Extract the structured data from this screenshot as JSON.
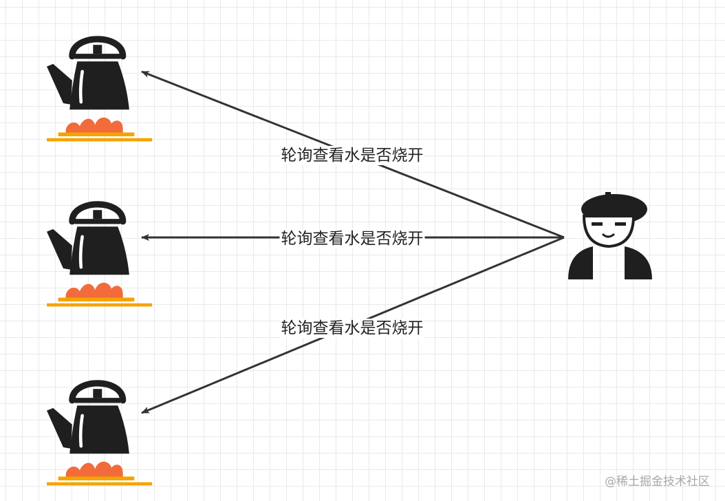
{
  "diagram": {
    "edges": [
      {
        "label": "轮询查看水是否烧开"
      },
      {
        "label": "轮询查看水是否烧开"
      },
      {
        "label": "轮询查看水是否烧开"
      }
    ]
  },
  "watermark": "@稀土掘金技术社区",
  "colors": {
    "kettle": "#1f1f1f",
    "flame": "#f26b3a",
    "burner": "#f5a300",
    "person": "#1f1f1f",
    "arrow": "#333333"
  },
  "icons": [
    "kettle-on-stove-icon",
    "person-with-beret-icon"
  ]
}
